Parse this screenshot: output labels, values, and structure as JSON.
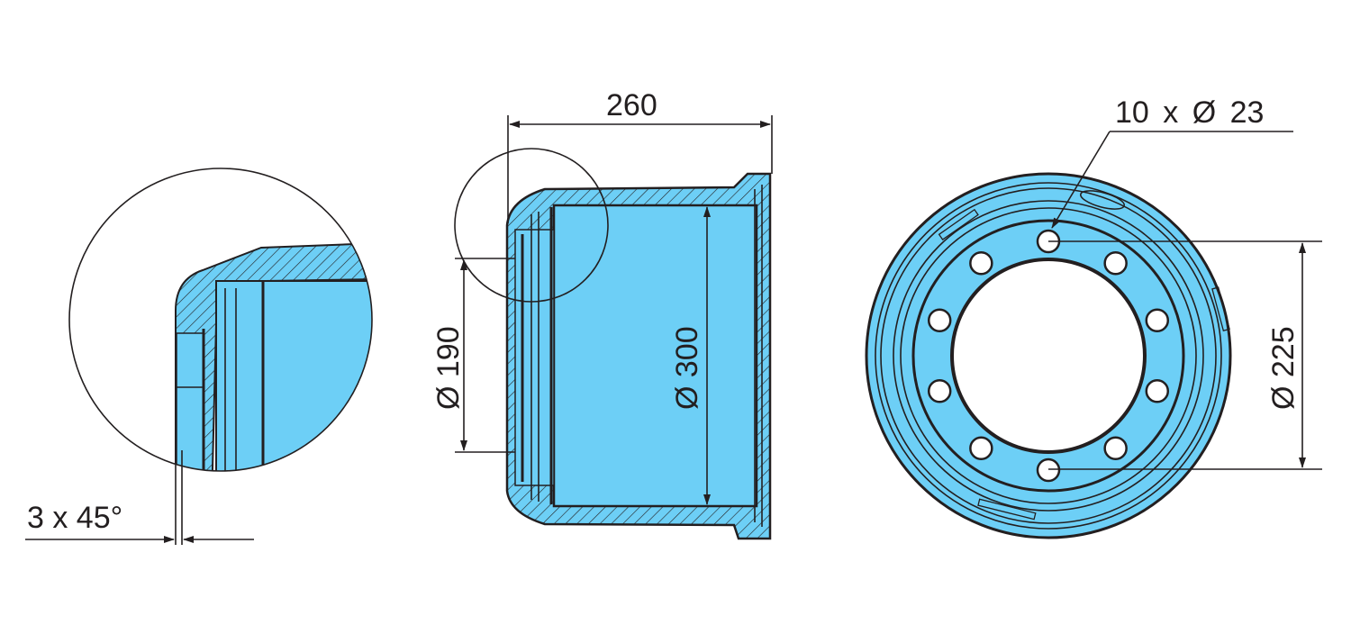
{
  "colors": {
    "part_fill": "#6dcff6",
    "line": "#231f20",
    "background": "#ffffff"
  },
  "dimensions": {
    "length": "260",
    "inner_flange_diameter": "Ø 190",
    "drum_diameter": "Ø 300",
    "bolt_holes": "10 x Ø 23",
    "bolt_circle": "Ø 225",
    "chamfer": "3 x 45°"
  },
  "views": {
    "bolt_hole_count": 10
  }
}
